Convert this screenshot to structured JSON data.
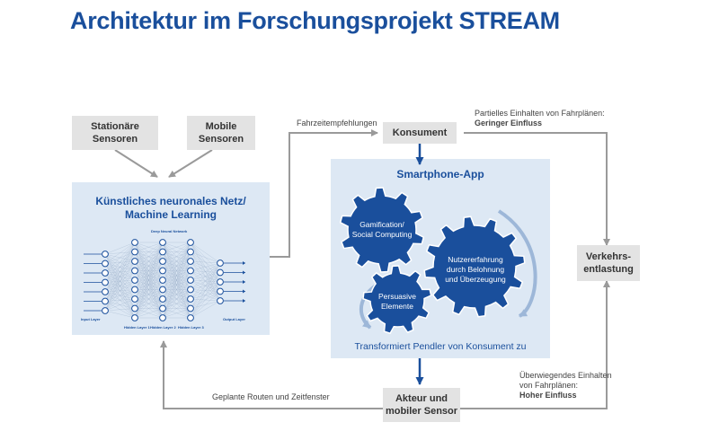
{
  "title": "Architektur im Forschungsprojekt STREAM",
  "nodes": {
    "stationaere": [
      "Stationäre",
      "Sensoren"
    ],
    "mobile": [
      "Mobile",
      "Sensoren"
    ],
    "konsument": "Konsument",
    "verkehr": [
      "Verkehrs-",
      "entlastung"
    ],
    "akteur": [
      "Akteur und",
      "mobiler Sensor"
    ]
  },
  "neural": {
    "title_line1": "Künstliches neuronales Netz/",
    "title_line2": "Machine Learning",
    "diagram_title": "Deep Neural Network",
    "input_layer": "Input Layer",
    "hidden1": "Hidden Layer 1",
    "hidden2": "Hidden Layer 2",
    "hidden3": "Hidden Layer 3",
    "output_layer": "Output Layer"
  },
  "app": {
    "title": "Smartphone-App",
    "gear1": [
      "Gamification/",
      "Social Computing"
    ],
    "gear2": [
      "Nutzererfahrung",
      "durch Belohnung",
      "und Überzeugung"
    ],
    "gear3": [
      "Persuasive",
      "Elemente"
    ],
    "transform": "Transformiert Pendler von Konsument zu"
  },
  "labels": {
    "fahrzeit": "Fahrzeitempfehlungen",
    "partiell_line1": "Partielles Einhalten von Fahrplänen:",
    "partiell_line2": "Geringer Einfluss",
    "ueberwiegend_line1": "Überwiegendes Einhalten",
    "ueberwiegend_line2": "von Fahrplänen:",
    "ueberwiegend_line3": "Hoher Einfluss",
    "geplant": "Geplante Routen und Zeitfenster"
  },
  "colors": {
    "brand_blue": "#1a4f9c",
    "gear_blue": "#1a4f9c",
    "panel_bg": "#dde8f4",
    "box_gray": "#e3e3e3",
    "arrow_gray": "#9a9a9a",
    "arc_blue": "#9db7d8"
  }
}
